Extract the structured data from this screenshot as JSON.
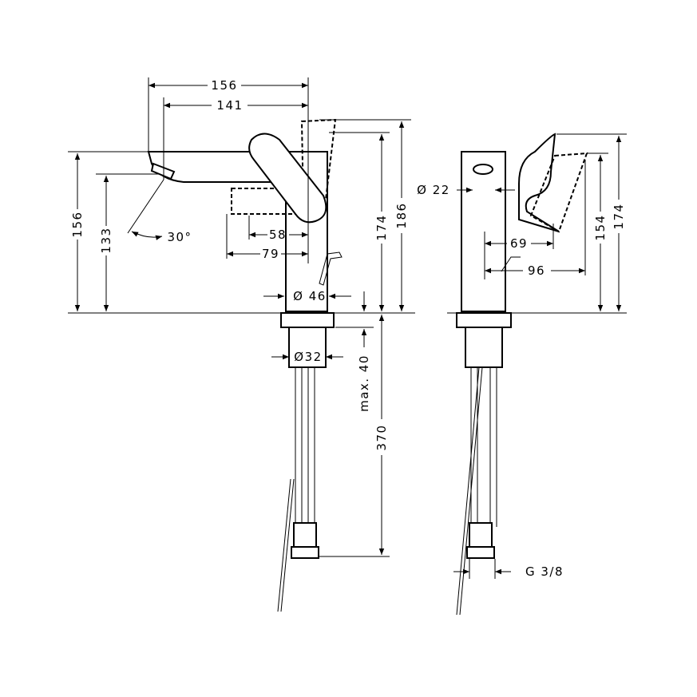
{
  "drawing": {
    "front_view": {
      "width_overall": "156",
      "width_spout": "141",
      "height_overall": "156",
      "height_outlet": "133",
      "spray_angle": "30°",
      "handle_reach_58": "58",
      "handle_reach_79": "79",
      "height_174": "174",
      "height_186": "186",
      "body_diameter": "Ø 46",
      "thread_diameter": "Ø32",
      "max_thickness": "max. 40",
      "hose_length": "370"
    },
    "side_view": {
      "outlet_diameter": "Ø 22",
      "depth_69": "69",
      "depth_96": "96",
      "height_154": "154",
      "height_174": "174",
      "connection": "G 3/8"
    }
  }
}
